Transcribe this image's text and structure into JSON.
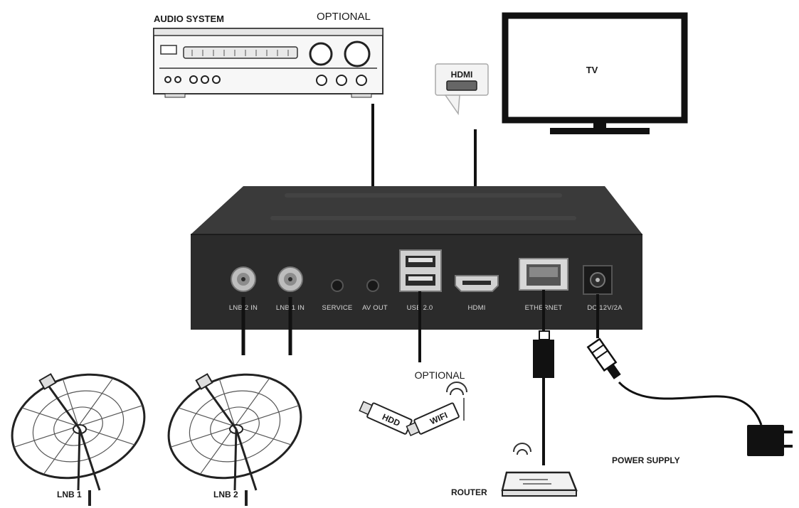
{
  "labels": {
    "audio_system": "AUDIO SYSTEM",
    "optional_top": "OPTIONAL",
    "hdmi_badge": "HDMI",
    "tv": "TV",
    "optional_usb": "OPTIONAL",
    "hdd": "HDD",
    "wifi": "WIFI",
    "router": "ROUTER",
    "power_supply": "POWER SUPPLY",
    "lnb1": "LNB 1",
    "lnb2": "LNB 2"
  },
  "ports": {
    "lnb2_in": "LNB 2 IN",
    "lnb1_in": "LNB 1 IN",
    "service": "SERVICE",
    "av_out": "AV OUT",
    "usb": "USB 2.0",
    "hdmi": "HDMI",
    "ethernet": "ETHERNET",
    "dc": "DC 12V/2A"
  },
  "colors": {
    "box_body": "#2b2b2b",
    "box_top": "#3a3a3a",
    "cable": "#111111",
    "outline": "#222222"
  }
}
